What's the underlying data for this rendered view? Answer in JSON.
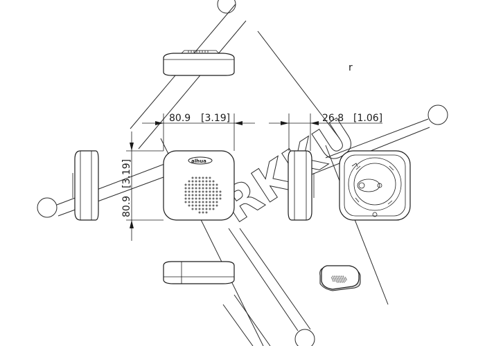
{
  "dimensions": {
    "width": {
      "mm": "80.9",
      "inch": "[3.19]"
    },
    "height": {
      "mm": "80.9",
      "inch": "[3.19]"
    },
    "depth": {
      "mm": "26.8",
      "inch": "[1.06]"
    }
  },
  "stray_mark": "r",
  "brand_logo_text": "alhua",
  "watermark_text": "RKKU",
  "colors": {
    "line": "#1a1a1a",
    "grille": "#6a6a6a",
    "shade": "#d8d8d8"
  }
}
